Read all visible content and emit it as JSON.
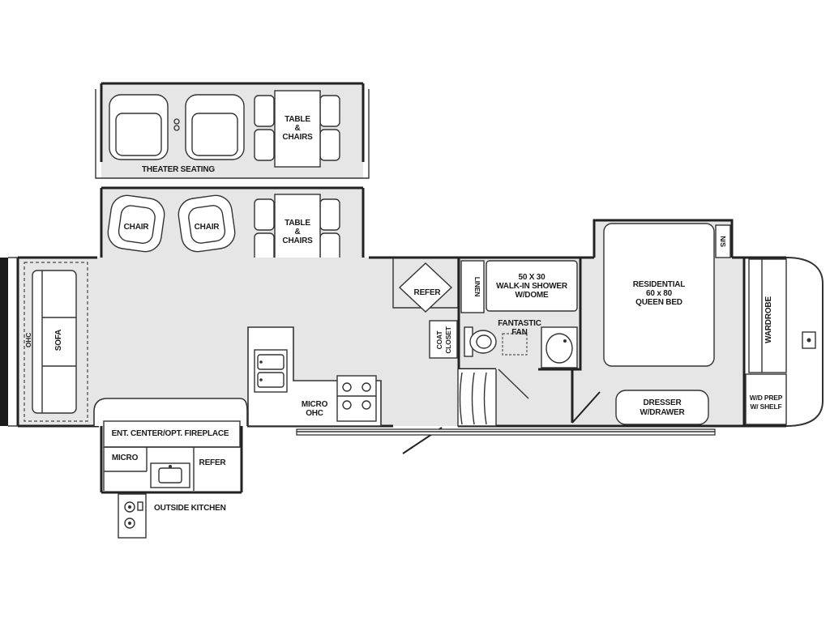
{
  "labels": {
    "theater_seating": "THEATER SEATING",
    "table_chairs_1": [
      "TABLE",
      "&",
      "CHAIRS"
    ],
    "table_chairs_2": [
      "TABLE",
      "&",
      "CHAIRS"
    ],
    "chair_1": "CHAIR",
    "chair_2": "CHAIR",
    "ohc_left": "OHC",
    "sofa": "SOFA",
    "refer_kitchen": "REFER",
    "linen": "LINEN",
    "shower": [
      "50 X 30",
      "WALK-IN SHOWER",
      "W/DOME"
    ],
    "fantastic_fan": [
      "FANTASTIC",
      "FAN"
    ],
    "coat_closet": [
      "COAT",
      "CLOSET"
    ],
    "bed": [
      "RESIDENTIAL",
      "60 x 80",
      "QUEEN BED"
    ],
    "ns": "N/S",
    "wardrobe": "WARDROBE",
    "wd_prep": [
      "W/D PREP",
      "W/ SHELF"
    ],
    "dresser": [
      "DRESSER",
      "W/DRAWER"
    ],
    "micro_ohc": [
      "MICRO",
      "OHC"
    ],
    "ent_center": "ENT. CENTER/OPT. FIREPLACE",
    "micro_lower": "MICRO",
    "refer_lower": "REFER",
    "outside_kitchen": "OUTSIDE KITCHEN"
  }
}
